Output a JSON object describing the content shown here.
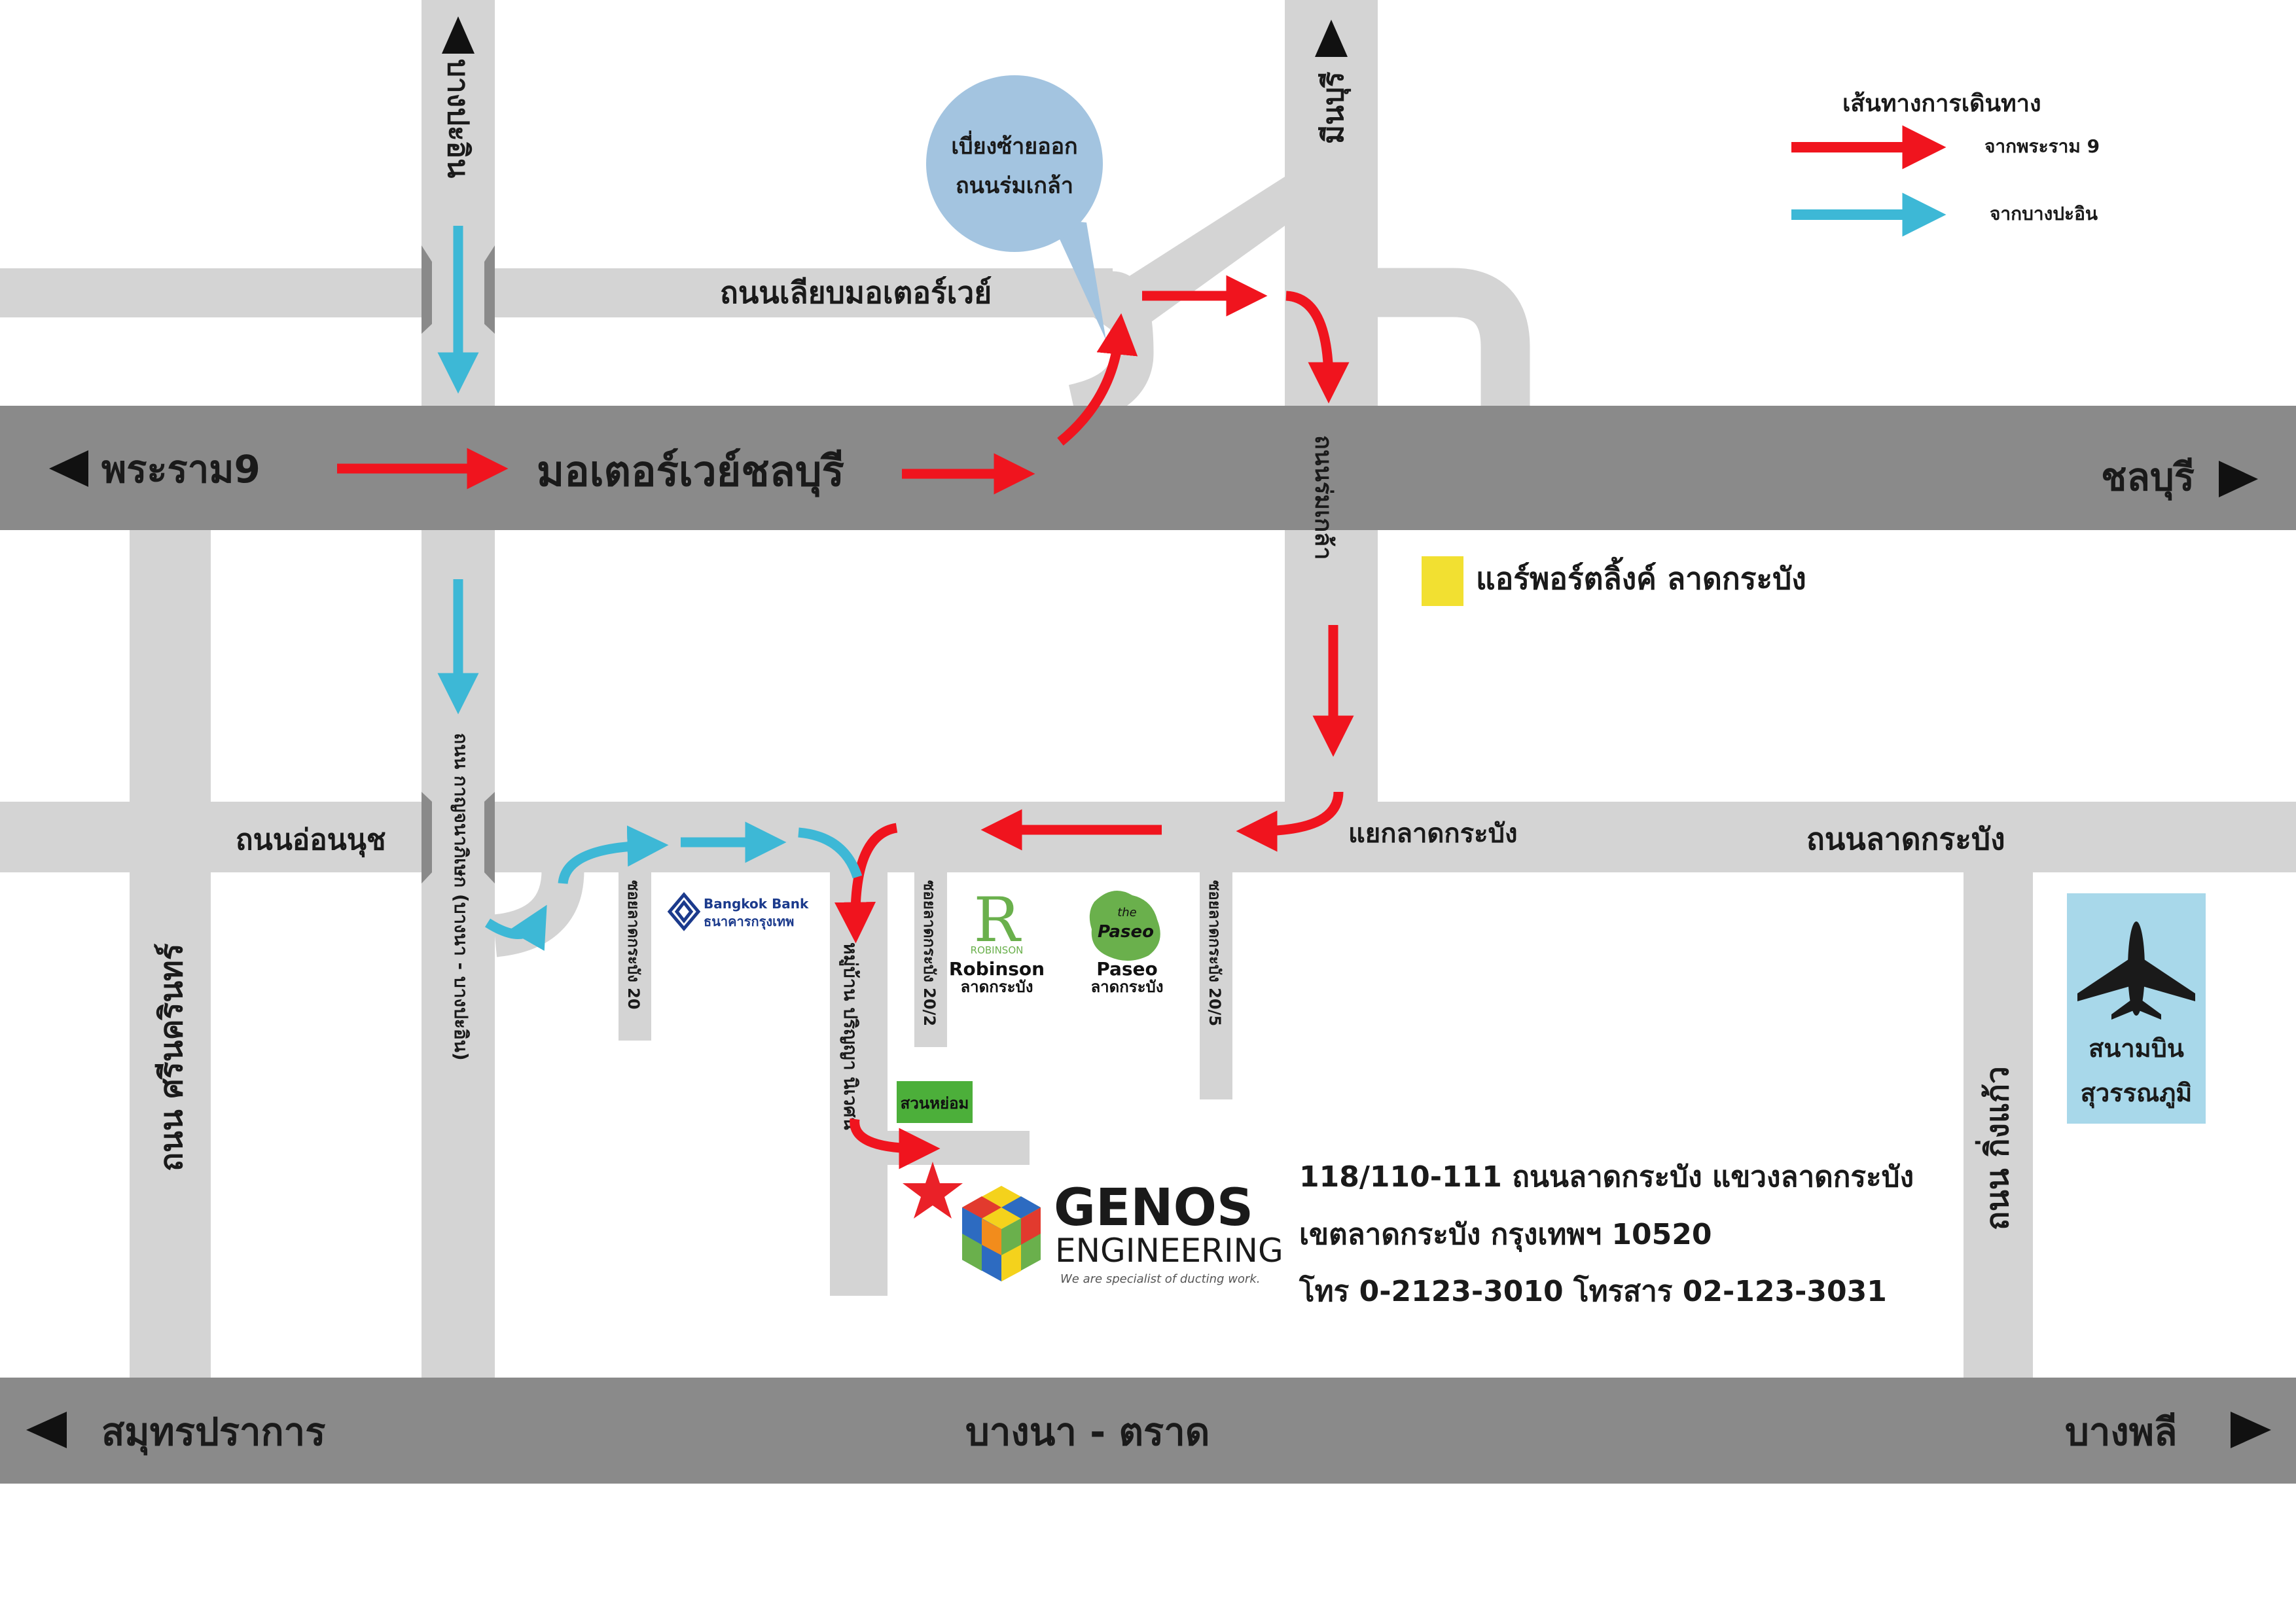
{
  "legend": {
    "title": "เส้นทางการเดินทาง",
    "items": [
      {
        "label": "จากพระราม 9",
        "color": "#f0141e"
      },
      {
        "label": "จากบางปะอิน",
        "color": "#3db8d6"
      }
    ]
  },
  "colors": {
    "highway": "#8a8a8a",
    "road": "#d4d4d4",
    "route_rama9": "#f0141e",
    "route_bangpain": "#3db8d6",
    "callout": "#a3c4e0",
    "airport_box": "#a8d8ea",
    "park": "#4caf3a",
    "airport_link": "#f2e031"
  },
  "roads": {
    "motorway_center": "มอเตอร์เวย์ชลบุรี",
    "motorway_west": "พระราม9",
    "motorway_east": "ชลบุรี",
    "frontage_road": "ถนนเลียบมอเตอร์เวย์",
    "north_left": "บางปะอิน",
    "north_right": "มีนบุรี",
    "romklao": "ถนนร่มเกล้า",
    "kanchana": "ถนน กาญจนาภิเษก (บางนา - บางปะอิน)",
    "on_nut": "ถนนอ่อนนุช",
    "lat_krabang_junction": "แยกลาดกระบัง",
    "lat_krabang_road": "ถนนลาดกระบัง",
    "srinakarin": "ถนน ศรีนครินทร์",
    "king_kaeo": "ถนน กิ่งแก้ว",
    "soi_20": "ซอยลาดกระบัง 20",
    "soi_20_2": "ซอยลาดกระบัง 20/2",
    "soi_20_5": "ซอยลาดกระบัง 20/5",
    "village": "หมู่บ้าน ปริญญา นิเวศน์",
    "bangna_center": "บางนา - ตราด",
    "bangna_west": "สมุทรปราการ",
    "bangna_east": "บางพลี"
  },
  "callout": {
    "line1": "เบี่ยงซ้ายออก",
    "line2": "ถนนร่มเกล้า"
  },
  "landmarks": {
    "airport_link": "แอร์พอร์ตลิ้งค์ ลาดกระบัง",
    "airport_line1": "สนามบิน",
    "airport_line2": "สุวรรณภูมิ",
    "park": "สวนหย่อม",
    "bank_en": "Bangkok Bank",
    "bank_th": "ธนาคารกรุงเทพ",
    "robinson_logo": "ROBINSON",
    "robinson_name": "Robinson",
    "robinson_branch": "ลาดกระบัง",
    "paseo_logo": "Paseo",
    "paseo_the": "the",
    "paseo_name": "Paseo",
    "paseo_branch": "ลาดกระบัง"
  },
  "company": {
    "name": "GENOS",
    "name2": "ENGINEERING",
    "tagline": "We are specialist of ducting work.",
    "address1": "118/110-111 ถนนลาดกระบัง แขวงลาดกระบัง",
    "address2": "เขตลาดกระบัง กรุงเทพฯ 10520",
    "phone": "โทร 0-2123-3010 โทรสาร 02-123-3031"
  }
}
